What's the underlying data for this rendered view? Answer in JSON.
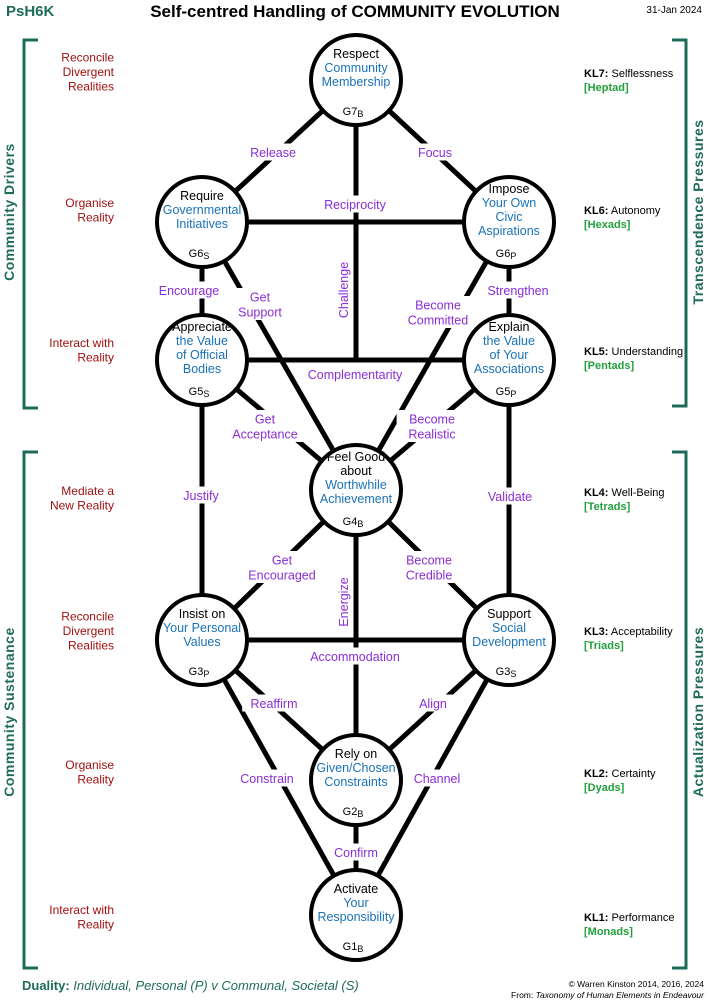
{
  "header": {
    "code": "PsH6K",
    "title": "Self-centred Handling of COMMUNITY EVOLUTION",
    "date": "31-Jan 2024"
  },
  "side_labels": {
    "left_top": "Community  Drivers",
    "left_bottom": "Community  Sustenance",
    "right_top": "Transcendence Pressures",
    "right_bottom": "Actualization Pressures"
  },
  "left_labels": [
    [
      "Reconcile",
      "Divergent",
      "Realities"
    ],
    [
      "Organise",
      "Reality"
    ],
    [
      "Interact with",
      "Reality"
    ],
    [
      "Mediate a",
      "New Reality"
    ],
    [
      "Reconcile",
      "Divergent",
      "Realities"
    ],
    [
      "Organise",
      "Reality"
    ],
    [
      "Interact with",
      "Reality"
    ]
  ],
  "levels": [
    {
      "kl": "KL7:",
      "name": "Selflessness",
      "group": "[Heptad]"
    },
    {
      "kl": "KL6:",
      "name": "Autonomy",
      "group": "[Hexads]"
    },
    {
      "kl": "KL5:",
      "name": "Understanding",
      "group": "[Pentads]"
    },
    {
      "kl": "KL4:",
      "name": "Well-Being",
      "group": "[Tetrads]"
    },
    {
      "kl": "KL3:",
      "name": "Acceptability",
      "group": "[Triads]"
    },
    {
      "kl": "KL2:",
      "name": "Certainty",
      "group": "[Dyads]"
    },
    {
      "kl": "KL1:",
      "name": "Performance",
      "group": "[Monads]"
    }
  ],
  "nodes": {
    "g7": {
      "title": [
        "Respect"
      ],
      "blue": [
        "Community",
        "Membership"
      ],
      "code": "G7",
      "sub": "B"
    },
    "g6s": {
      "title": [
        "Require"
      ],
      "blue": [
        "Governmental",
        "Initiatives"
      ],
      "code": "G6",
      "sub": "S"
    },
    "g6p": {
      "title": [
        "Impose"
      ],
      "blue": [
        "Your Own",
        "Civic",
        "Aspirations"
      ],
      "code": "G6",
      "sub": "P"
    },
    "g5s": {
      "title": [
        "Appreciate"
      ],
      "blue": [
        "the Value",
        "of Official",
        "Bodies"
      ],
      "code": "G5",
      "sub": "S"
    },
    "g5p": {
      "title": [
        "Explain"
      ],
      "blue": [
        "the Value",
        "of Your",
        "Associations"
      ],
      "code": "G5",
      "sub": "P"
    },
    "g4": {
      "title": [
        "Feel Good",
        "about"
      ],
      "blue": [
        "Worthwhile",
        "Achievement"
      ],
      "code": "G4",
      "sub": "B"
    },
    "g3p": {
      "title": [
        "Insist on"
      ],
      "blue": [
        "Your Personal",
        "Values"
      ],
      "code": "G3",
      "sub": "P"
    },
    "g3s": {
      "title": [
        "Support"
      ],
      "blue": [
        "Social",
        "Development"
      ],
      "code": "G3",
      "sub": "S"
    },
    "g2": {
      "title": [
        "Rely on"
      ],
      "blue": [
        "Given/Chosen",
        "Constraints"
      ],
      "code": "G2",
      "sub": "B"
    },
    "g1": {
      "title": [
        "Activate"
      ],
      "blue": [
        "Your",
        "Responsibility"
      ],
      "code": "G1",
      "sub": "B"
    }
  },
  "edges": {
    "release": "Release",
    "focus": "Focus",
    "reciprocity": "Reciprocity",
    "encourage": "Encourage",
    "get_support": [
      "Get",
      "Support"
    ],
    "challenge": "Challenge",
    "become_committed": [
      "Become",
      "Committed"
    ],
    "strengthen": "Strengthen",
    "complementarity": "Complementarity",
    "get_acceptance": [
      "Get",
      "Acceptance"
    ],
    "become_realistic": [
      "Become",
      "Realistic"
    ],
    "justify": "Justify",
    "validate": "Validate",
    "get_encouraged": [
      "Get",
      "Encouraged"
    ],
    "become_credible": [
      "Become",
      "Credible"
    ],
    "energize": "Energize",
    "accommodation": "Accommodation",
    "reaffirm": "Reaffirm",
    "align": "Align",
    "constrain": "Constrain",
    "channel": "Channel",
    "confirm": "Confirm"
  },
  "footer": {
    "duality_label": "Duality:",
    "duality_text": "Individual, Personal (P)  v  Communal, Societal (S)",
    "copyright": "© Warren Kinston 2014, 2016, 2024",
    "from_label": "From:",
    "from_text": "Taxonomy of Human Elements in Endeavour"
  }
}
